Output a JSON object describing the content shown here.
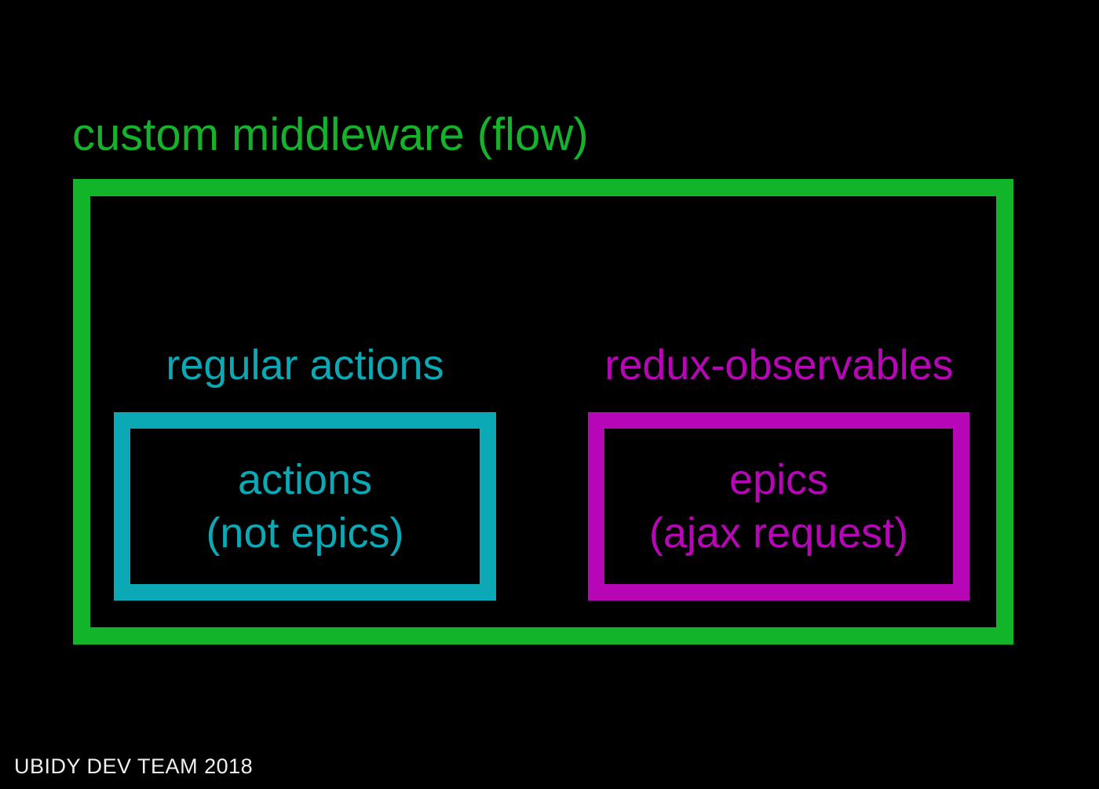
{
  "slide": {
    "title": "custom middleware (flow)",
    "footer": "UBIDY DEV TEAM 2018",
    "colors": {
      "background": "#000000",
      "title_green": "#15B32C",
      "frame_green": "#12B42A",
      "teal": "#0AA9B5",
      "magenta": "#B606B6",
      "footer_text": "#F0F0F0"
    },
    "groups": [
      {
        "label": "regular actions",
        "lines": [
          "actions",
          "(not epics)"
        ],
        "color": "#0AA9B5"
      },
      {
        "label": "redux-observables",
        "lines": [
          "epics",
          "(ajax request)"
        ],
        "color": "#B606B6"
      }
    ]
  }
}
